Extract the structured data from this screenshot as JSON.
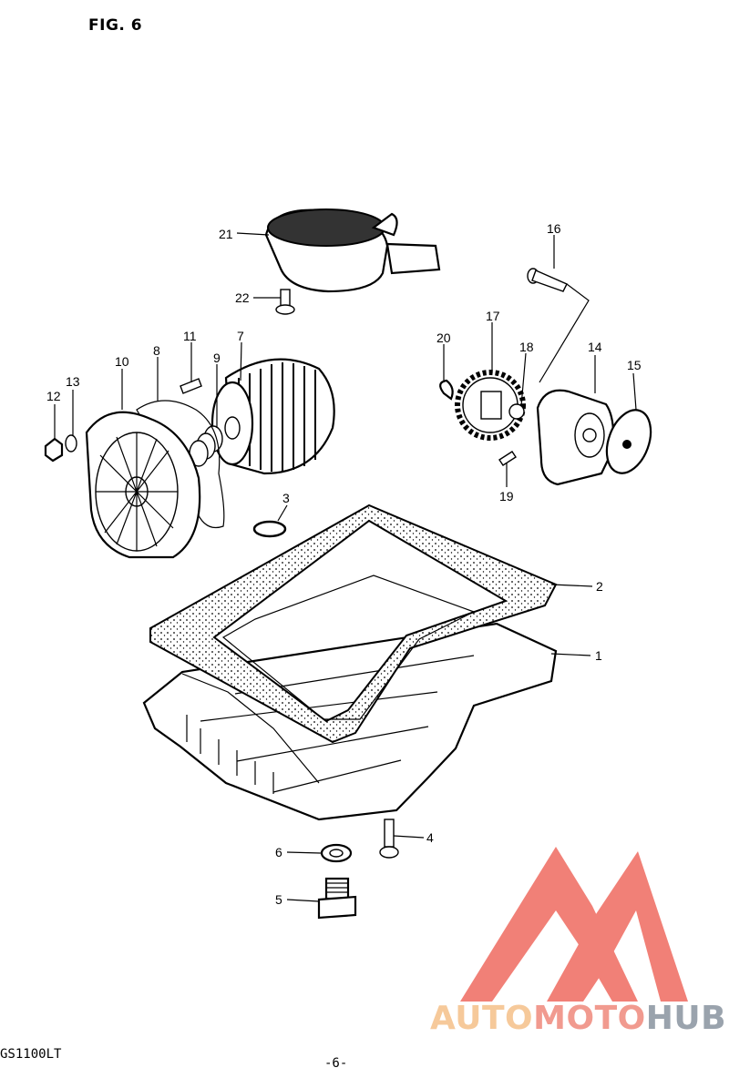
{
  "figure": {
    "title": "FIG. 6"
  },
  "footer": {
    "model": "GS1100LT",
    "page": "-6-"
  },
  "watermark": {
    "part1": "AUTO",
    "part2": "MOTO",
    "part3": "HUB"
  },
  "callouts": {
    "c1": "1",
    "c2": "2",
    "c3": "3",
    "c4": "4",
    "c5": "5",
    "c6": "6",
    "c7": "7",
    "c8": "8",
    "c9": "9",
    "c10": "10",
    "c11": "11",
    "c12": "12",
    "c13": "13",
    "c14": "14",
    "c15": "15",
    "c16": "16",
    "c17": "17",
    "c18": "18",
    "c19": "19",
    "c20": "20",
    "c21": "21",
    "c22": "22"
  },
  "colors": {
    "line": "#000000",
    "watermark_red": "#ef6b60",
    "watermark_grey": "#9aa3ad"
  }
}
